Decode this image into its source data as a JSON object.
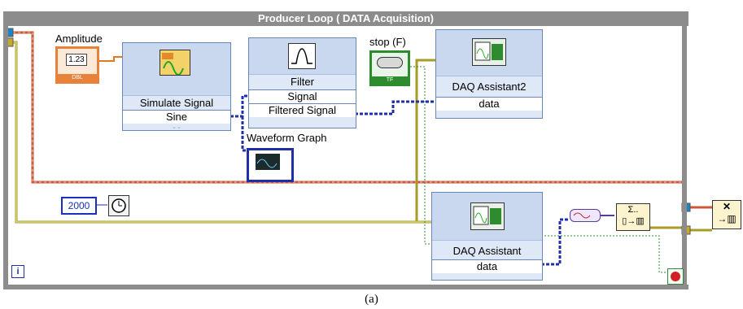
{
  "loop": {
    "title": "Producer Loop ( DATA Acquisition)",
    "iteration_label": "i"
  },
  "nodes": {
    "amplitude": {
      "label": "Amplitude",
      "value": "1.23",
      "type_label": "DBL"
    },
    "simulate_signal": {
      "title": "Simulate Signal",
      "terminal": "Sine"
    },
    "filter": {
      "title": "Filter",
      "input_terminal": "Signal",
      "output_terminal": "Filtered Signal"
    },
    "stop": {
      "label": "stop (F)",
      "value": "TF"
    },
    "daq_assistant2": {
      "title": "DAQ Assistant2",
      "terminal": "data"
    },
    "waveform_graph": {
      "label": "Waveform Graph"
    },
    "constant": {
      "value": "2000"
    },
    "daq_assistant": {
      "title": "DAQ Assistant",
      "terminal": "data"
    }
  },
  "caption": "(a)",
  "colors": {
    "loop_border": "#8c8c8c",
    "error_wire": "#c8692d",
    "bool_wire": "#2e8b2e",
    "data_wire": "#1f2fa8",
    "numeric_wire": "#e07a20",
    "yellow_wire": "#c7b21a"
  }
}
